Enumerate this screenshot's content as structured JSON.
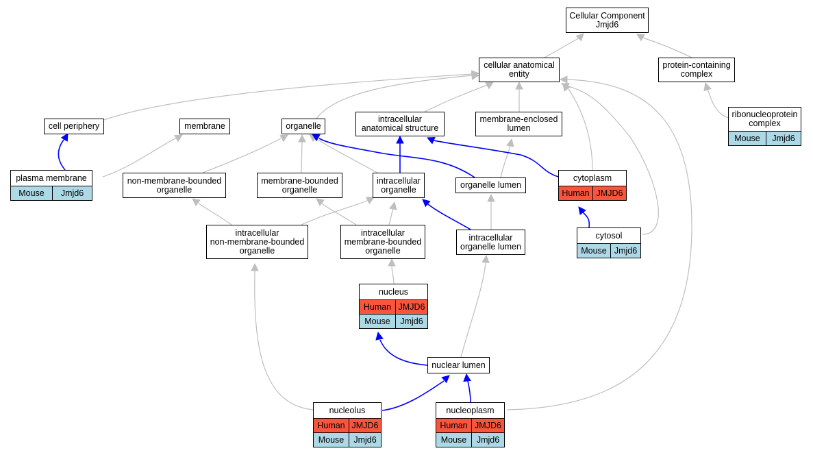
{
  "colors": {
    "is_a_edge": "#bebebe",
    "part_of_edge": "#0000ff",
    "human": "#f9553c",
    "mouse": "#add8e6"
  },
  "nodes": {
    "root": "Cellular Component\nJmjd6",
    "cellular_anatomical_entity": "cellular anatomical\nentity",
    "protein_containing_complex": "protein-containing\ncomplex",
    "cell_periphery": "cell periphery",
    "membrane": "membrane",
    "organelle": "organelle",
    "intracellular_anatomical_structure": "intracellular\nanatomical structure",
    "membrane_enclosed_lumen": "membrane-enclosed\nlumen",
    "non_membrane_bounded_organelle": "non-membrane-bounded\norganelle",
    "membrane_bounded_organelle": "membrane-bounded\norganelle",
    "intracellular_organelle": "intracellular\norganelle",
    "organelle_lumen": "organelle lumen",
    "intracellular_nmb_organelle": "intracellular\nnon-membrane-bounded\norganelle",
    "intracellular_mb_organelle": "intracellular\nmembrane-bounded\norganelle",
    "intracellular_organelle_lumen": "intracellular\norganelle lumen",
    "nuclear_lumen": "nuclear lumen"
  },
  "annotated": {
    "ribonucleoprotein_complex": {
      "title": "ribonucleoprotein\ncomplex",
      "rows": [
        [
          "Mouse",
          "Jmjd6"
        ]
      ]
    },
    "plasma_membrane": {
      "title": "plasma membrane",
      "rows": [
        [
          "Mouse",
          "Jmjd6"
        ]
      ]
    },
    "cytoplasm": {
      "title": "cytoplasm",
      "rows": [
        [
          "Human",
          "JMJD6"
        ]
      ]
    },
    "cytosol": {
      "title": "cytosol",
      "rows": [
        [
          "Mouse",
          "Jmjd6"
        ]
      ]
    },
    "nucleus": {
      "title": "nucleus",
      "rows": [
        [
          "Human",
          "JMJD6"
        ],
        [
          "Mouse",
          "Jmjd6"
        ]
      ]
    },
    "nucleolus": {
      "title": "nucleolus",
      "rows": [
        [
          "Human",
          "JMJD6"
        ],
        [
          "Mouse",
          "Jmjd6"
        ]
      ]
    },
    "nucleoplasm": {
      "title": "nucleoplasm",
      "rows": [
        [
          "Human",
          "JMJD6"
        ],
        [
          "Mouse",
          "Jmjd6"
        ]
      ]
    }
  }
}
